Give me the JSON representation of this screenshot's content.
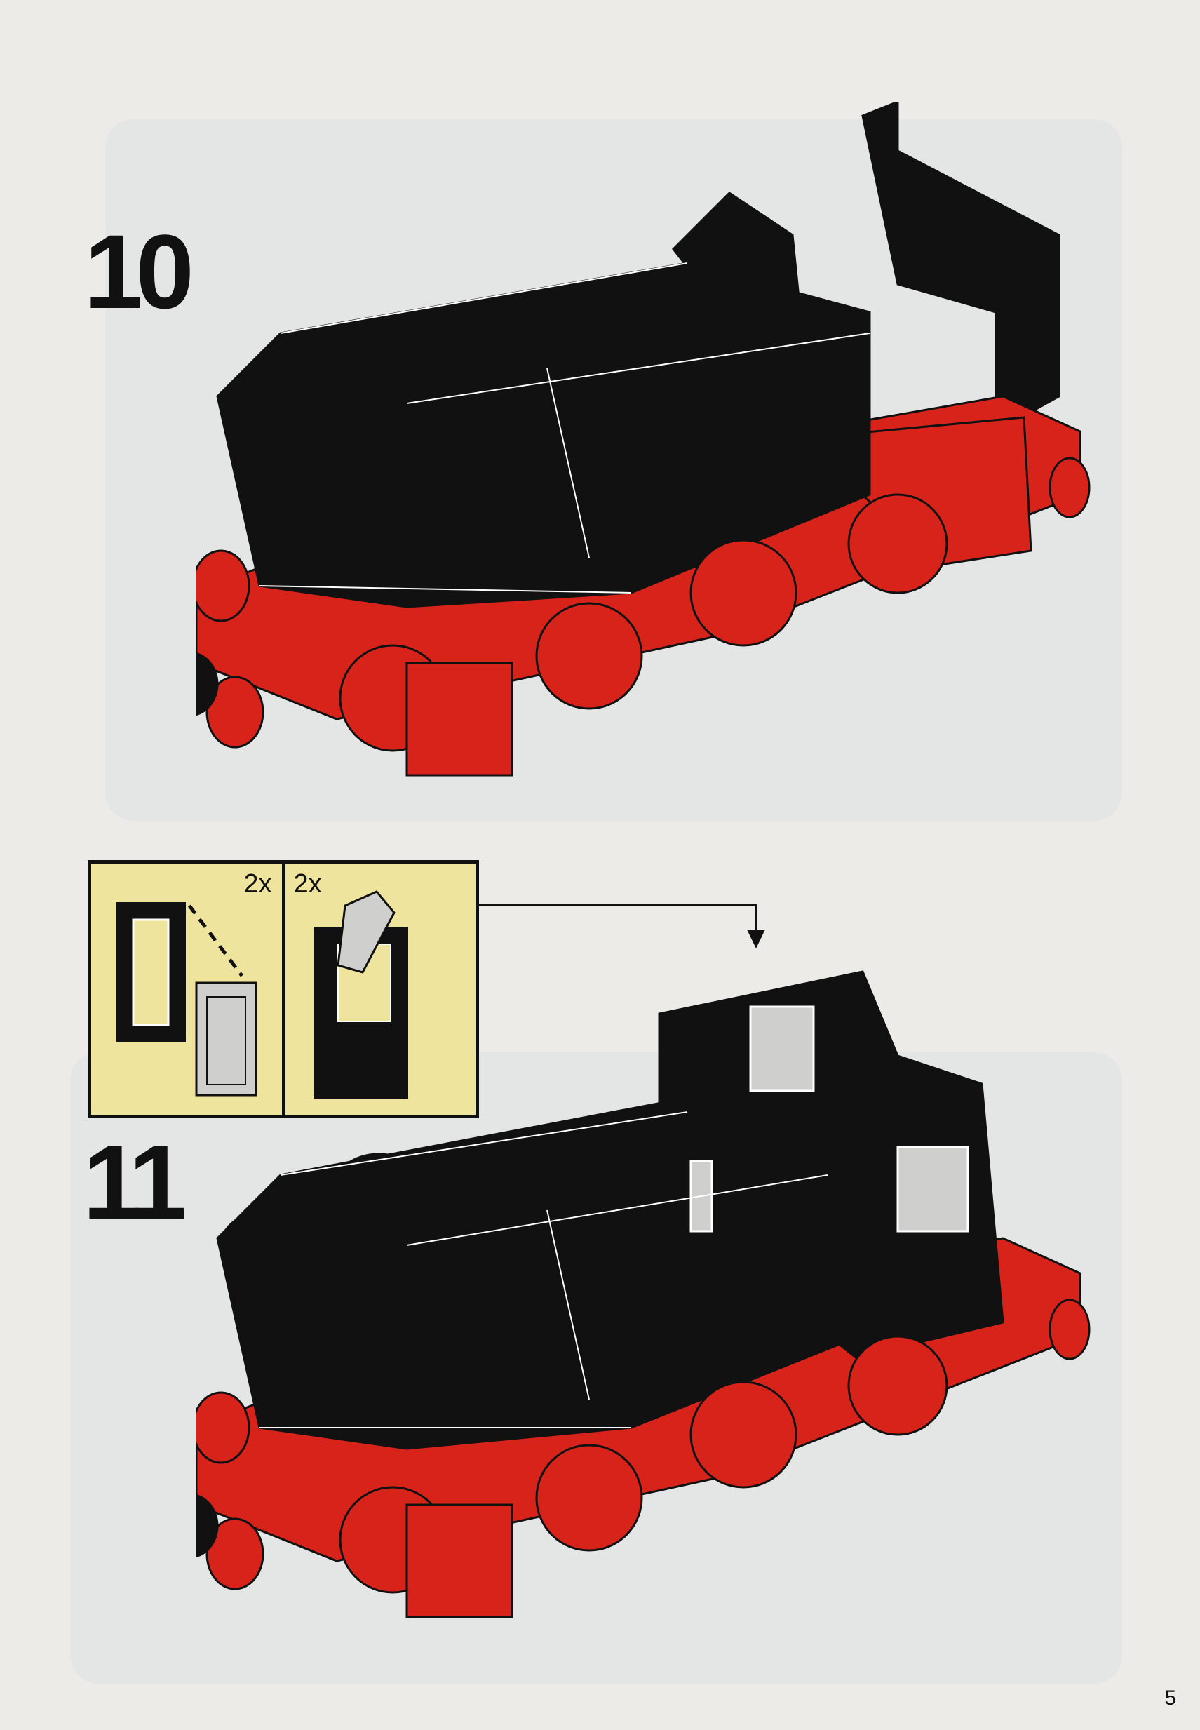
{
  "steps": [
    {
      "number": "10"
    },
    {
      "number": "11",
      "parts_callout": [
        {
          "quantity": "2x"
        },
        {
          "quantity": "2x"
        }
      ]
    }
  ],
  "page_number": "5",
  "colors": {
    "paper": "#ecebe7",
    "callout_bg": "#efe49e",
    "brick_red": "#d8231b",
    "brick_black": "#111111",
    "trans_clear": "#cfd0ce"
  }
}
